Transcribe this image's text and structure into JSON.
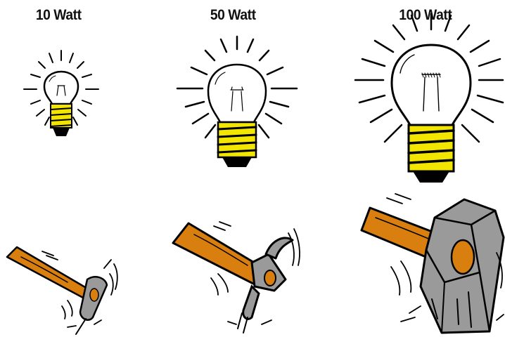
{
  "labels": {
    "small": "10 Watt",
    "medium": "50 Watt",
    "large": "100 Watt"
  },
  "colors": {
    "bulb_base": "#f2e600",
    "handle": "#d97f10",
    "metal": "#9a9a9a",
    "metal_dark": "#6e6e6e",
    "outline": "#000000"
  },
  "icons": [
    "light-bulb-icon",
    "hammer-icon"
  ]
}
